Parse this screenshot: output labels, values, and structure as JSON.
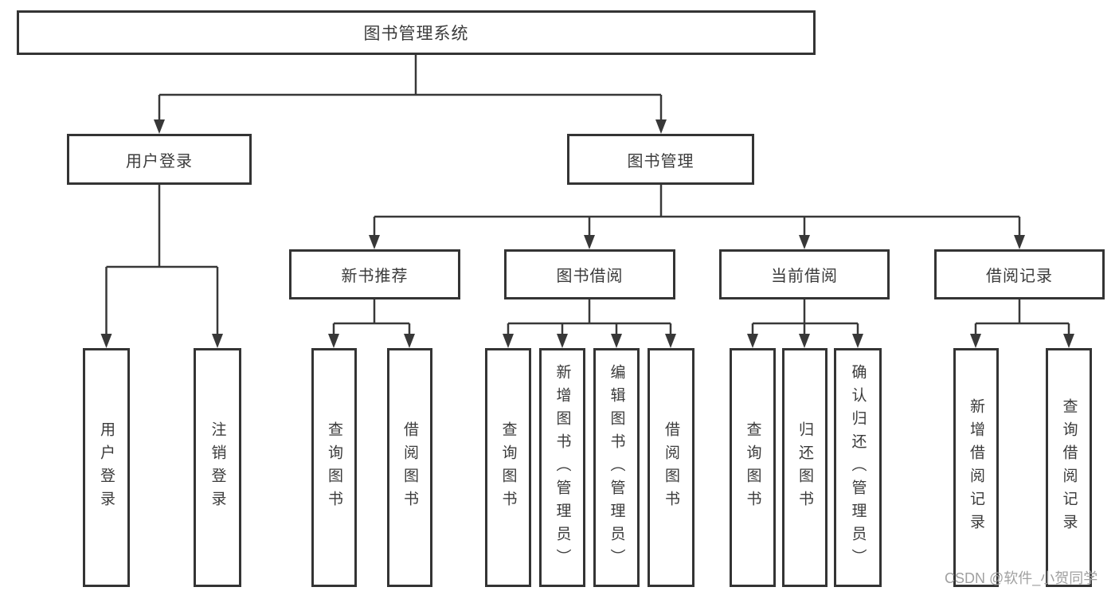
{
  "diagram_type": "hierarchy-tree",
  "tree": {
    "label": "图书管理系统",
    "children": [
      {
        "label": "用户登录",
        "children": [
          {
            "label": "用户登录"
          },
          {
            "label": "注销登录"
          }
        ]
      },
      {
        "label": "图书管理",
        "children": [
          {
            "label": "新书推荐",
            "children": [
              {
                "label": "查询图书"
              },
              {
                "label": "借阅图书"
              }
            ]
          },
          {
            "label": "图书借阅",
            "children": [
              {
                "label": "查询图书"
              },
              {
                "label": "新增图书（管理员）"
              },
              {
                "label": "编辑图书（管理员）"
              },
              {
                "label": "借阅图书"
              }
            ]
          },
          {
            "label": "当前借阅",
            "children": [
              {
                "label": "查询图书"
              },
              {
                "label": "归还图书"
              },
              {
                "label": "确认归还（管理员）"
              }
            ]
          },
          {
            "label": "借阅记录",
            "children": [
              {
                "label": "新增借阅记录"
              },
              {
                "label": "查询借阅记录"
              }
            ]
          }
        ]
      }
    ]
  },
  "watermark": {
    "text": "CSDN @软件_小贺同学",
    "color": "#a0a0a0"
  },
  "colors": {
    "line": "#383838",
    "border": "#343434",
    "text": "#3b3b3b",
    "background": "#ffffff"
  }
}
